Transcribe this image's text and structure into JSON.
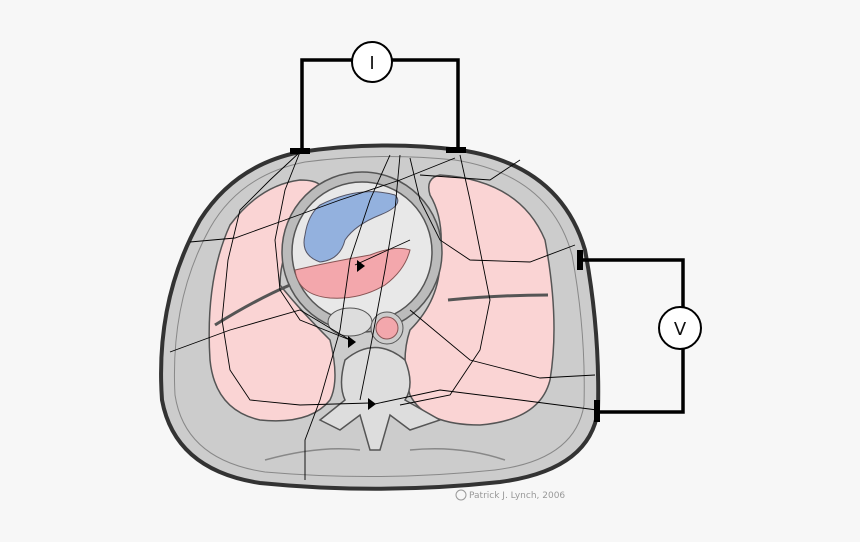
{
  "diagram": {
    "current_meter_label": "I",
    "voltage_meter_label": "V",
    "credit": "Patrick J. Lynch, 2006",
    "credit_icon": "creative-commons-icon",
    "colors": {
      "background": "#f7f7f7",
      "body_outer": "#cccccc",
      "lung": "#fad4d4",
      "right_ventricle_blue": "#93b1de",
      "left_ventricle_pink": "#f3a7ac",
      "wire": "#000000"
    }
  }
}
